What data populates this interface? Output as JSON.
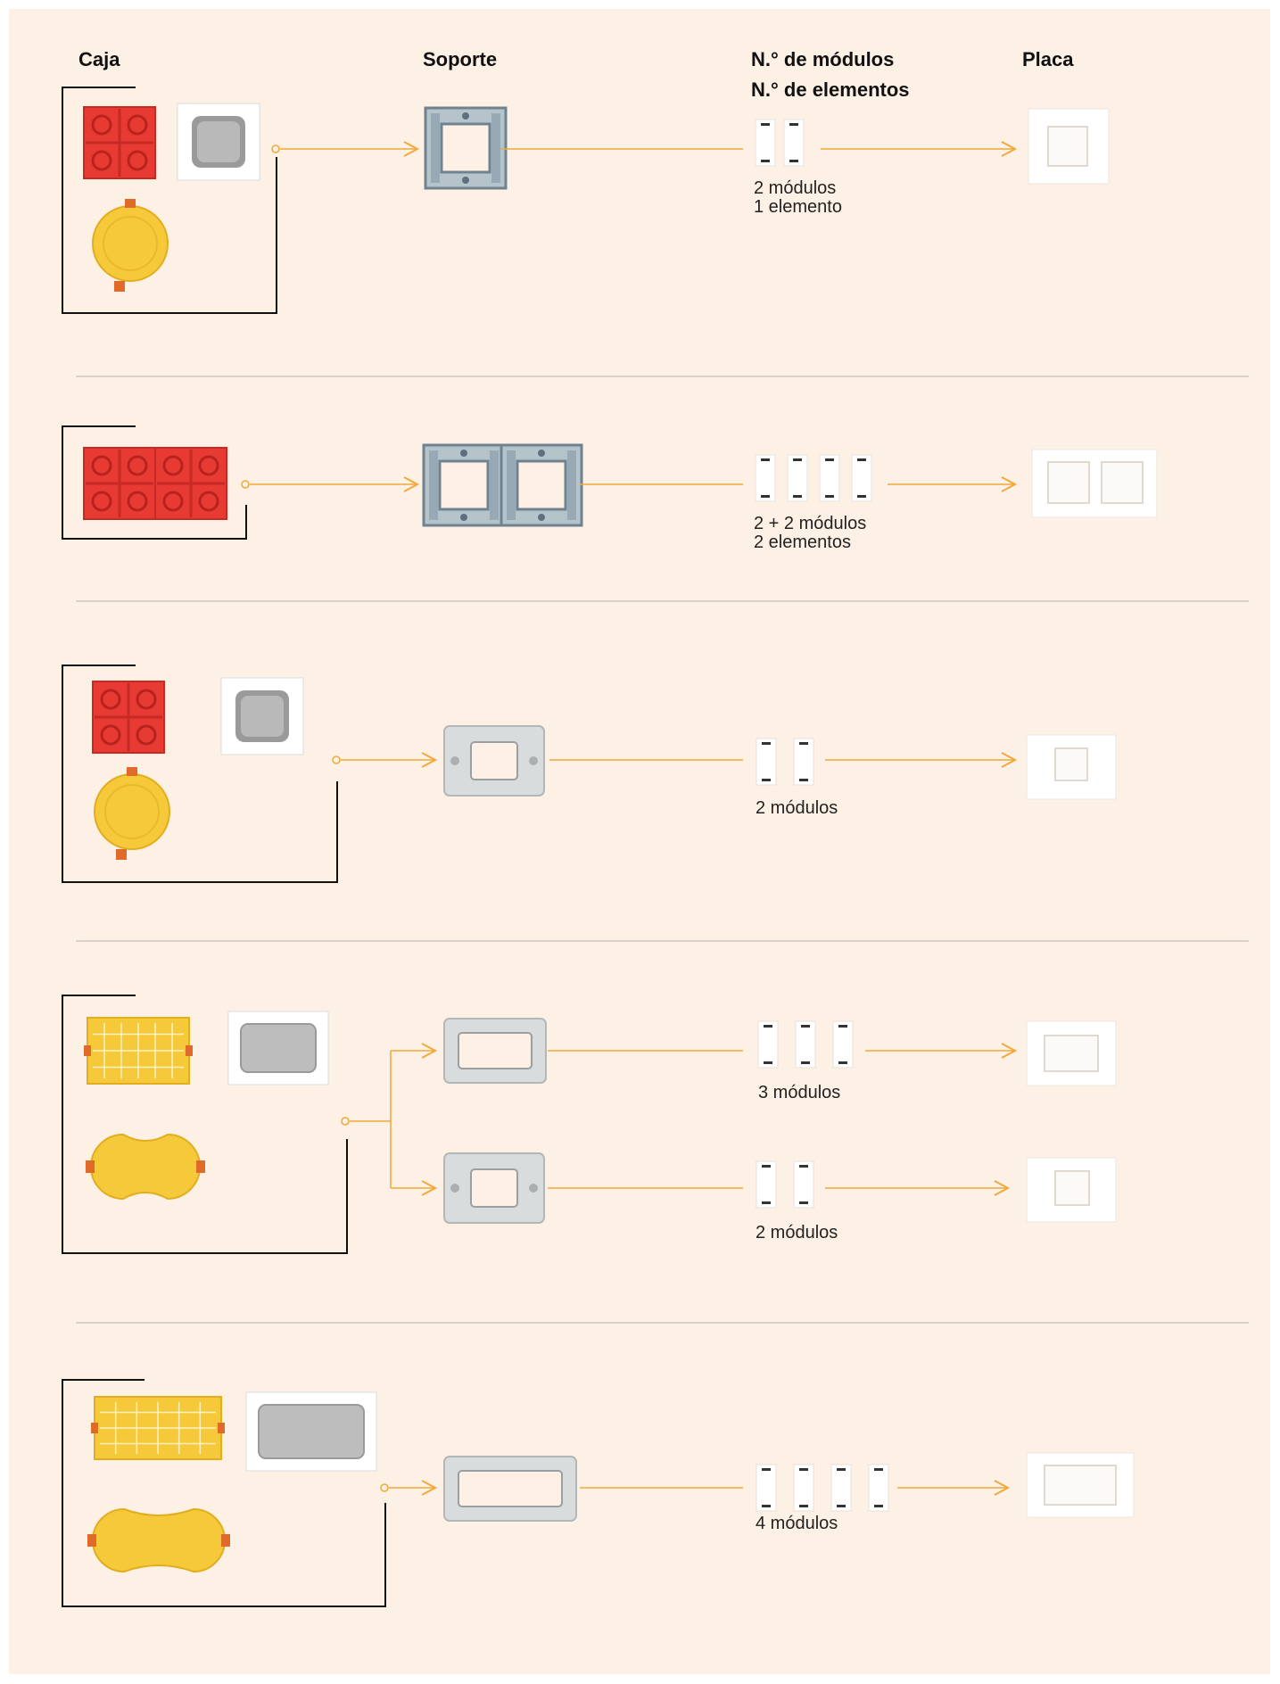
{
  "headers": {
    "caja": "Caja",
    "soporte": "Soporte",
    "modulos": "N.° de módulos",
    "elementos": "N.° de elementos",
    "placa": "Placa"
  },
  "rows": [
    {
      "labels": [
        "2 módulos",
        "1 elemento"
      ],
      "modules": 2
    },
    {
      "labels": [
        "2 + 2 módulos",
        "2 elementos"
      ],
      "modules": 4
    },
    {
      "labels": [
        "2 módulos"
      ],
      "modules": 2
    },
    {
      "labels": [
        "3 módulos"
      ],
      "modules": 3
    },
    {
      "labels": [
        "2 módulos"
      ],
      "modules": 2
    },
    {
      "labels": [
        "4 módulos"
      ],
      "modules": 4
    }
  ],
  "colors": {
    "background": "#fdf1e5",
    "arrow": "#f2a93b",
    "bracket": "#111111",
    "divider": "#b8b2aa",
    "red_box": "#e63a32",
    "yellow_box": "#f6c93a",
    "white_box": "#ffffff",
    "metal": "#8ea3b0"
  },
  "icons": [
    "red-square-box-icon",
    "white-square-box-icon",
    "yellow-round-box-icon",
    "yellow-rectangular-box-icon",
    "white-rectangular-box-icon",
    "yellow-double-round-box-icon",
    "metal-square-support-icon",
    "plastic-rect-support-icon",
    "module-icon",
    "cover-plate-icon"
  ]
}
